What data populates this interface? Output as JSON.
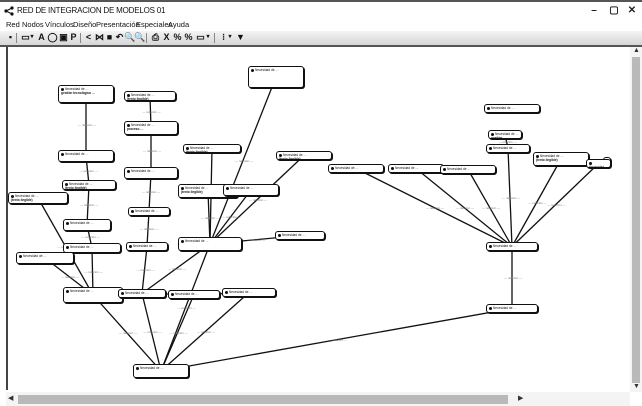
{
  "window": {
    "title": "RED DE INTEGRACION DE MODELOS 01",
    "controls": {
      "minimize": "–",
      "maximize": "▢",
      "close": "✕"
    }
  },
  "menubar": [
    "Red",
    "Nodos",
    "Vínculos",
    "Diseño",
    "Presentación",
    "Especiales",
    "Ayuda"
  ],
  "toolbar": [
    {
      "icon": "save-icon",
      "glyph": "▪"
    },
    {
      "icon": "folder-icon",
      "glyph": "▭"
    },
    {
      "icon": "dropdown-icon",
      "glyph": "▾"
    },
    {
      "icon": "text-icon",
      "glyph": "A"
    },
    {
      "icon": "circle-icon",
      "glyph": "◯"
    },
    {
      "icon": "image-icon",
      "glyph": "▣"
    },
    {
      "icon": "comment-icon",
      "glyph": "P"
    },
    {
      "icon": "network-icon",
      "glyph": "<"
    },
    {
      "icon": "align-icon",
      "glyph": "⋈"
    },
    {
      "icon": "grid-icon",
      "glyph": "■"
    },
    {
      "icon": "undo-icon",
      "glyph": "↶"
    },
    {
      "icon": "zoom-in-icon",
      "glyph": "🔍"
    },
    {
      "icon": "zoom-out-icon",
      "glyph": "🔍"
    },
    {
      "icon": "print-icon",
      "glyph": "⎙"
    },
    {
      "icon": "delete-icon",
      "glyph": "X"
    },
    {
      "icon": "link-icon",
      "glyph": "%"
    },
    {
      "icon": "unlink-icon",
      "glyph": "%"
    },
    {
      "icon": "display-icon",
      "glyph": "▭"
    },
    {
      "icon": "dropdown-icon",
      "glyph": "▾"
    },
    {
      "icon": "list-icon",
      "glyph": "⁝"
    },
    {
      "icon": "dropdown-icon",
      "glyph": "▾"
    },
    {
      "icon": "filter-icon",
      "glyph": "▼"
    }
  ],
  "edge_label": "— relación —",
  "nodes": [
    {
      "id": "n1",
      "l1": "Necesidad de …",
      "l2": "gestión tecnológica …"
    },
    {
      "id": "n2",
      "l1": "Necesidad de …",
      "l2": ""
    },
    {
      "id": "n3",
      "l1": "Necesidad de …",
      "l2": "(texto ilegible)"
    },
    {
      "id": "n4",
      "l1": "Necesidad de …",
      "l2": "proceso …"
    },
    {
      "id": "n5",
      "l1": "Necesidad de …",
      "l2": ""
    },
    {
      "id": "n6",
      "l1": "Necesidad de …",
      "l2": "(texto ilegible)"
    },
    {
      "id": "n7",
      "l1": "Necesidad de …",
      "l2": ""
    },
    {
      "id": "n8",
      "l1": "Necesidad de …",
      "l2": "(texto ilegible)"
    },
    {
      "id": "n9",
      "l1": "Necesidad de …",
      "l2": ""
    },
    {
      "id": "n10",
      "l1": "Necesidad de …",
      "l2": ""
    },
    {
      "id": "n11",
      "l1": "Necesidad de …",
      "l2": ""
    },
    {
      "id": "n12",
      "l1": "Necesidad de …",
      "l2": "(texto ilegible)"
    },
    {
      "id": "n13",
      "l1": "Necesidad de …",
      "l2": ""
    },
    {
      "id": "n14",
      "l1": "Necesidad de …",
      "l2": "(texto ilegible)"
    },
    {
      "id": "n15",
      "l1": "Necesidad de …",
      "l2": ""
    },
    {
      "id": "n16",
      "l1": "Necesidad de …",
      "l2": "(texto ilegible)"
    },
    {
      "id": "n17",
      "l1": "Necesidad de …",
      "l2": ""
    },
    {
      "id": "n18",
      "l1": "Necesidad de …",
      "l2": ""
    },
    {
      "id": "n19",
      "l1": "Necesidad de …",
      "l2": ""
    },
    {
      "id": "n20",
      "l1": "Necesidad de …",
      "l2": "(texto ilegible)"
    },
    {
      "id": "n21",
      "l1": "Necesidad de …",
      "l2": ""
    },
    {
      "id": "n22",
      "l1": "Necesidad de …",
      "l2": ""
    },
    {
      "id": "n23",
      "l1": "Necesidad de …",
      "l2": "(texto ilegible)"
    },
    {
      "id": "n24",
      "l1": "Necesidad de …",
      "l2": ""
    },
    {
      "id": "n25",
      "l1": "Necesidad de …",
      "l2": ""
    },
    {
      "id": "n26",
      "l1": "Necesidad de …",
      "l2": ""
    },
    {
      "id": "n27",
      "l1": "Necesidad de …",
      "l2": ""
    },
    {
      "id": "n28",
      "l1": "Necesidad de …",
      "l2": ""
    },
    {
      "id": "n29",
      "l1": "Necesidad de …",
      "l2": ""
    },
    {
      "id": "n30",
      "l1": "Necesidad de …",
      "l2": ""
    },
    {
      "id": "n31",
      "l1": "Necesidad de …",
      "l2": ""
    },
    {
      "id": "n32",
      "l1": "Necesidad de …",
      "l2": ""
    },
    {
      "id": "n33",
      "l1": "Necesidad de …",
      "l2": "(texto ilegible)"
    },
    {
      "id": "n34",
      "l1": "Necesidad de …",
      "l2": ""
    },
    {
      "id": "n35",
      "l1": "Necesidad de …",
      "l2": ""
    }
  ],
  "edges": [
    [
      "n1",
      "n2"
    ],
    [
      "n2",
      "n6"
    ],
    [
      "n3",
      "n4"
    ],
    [
      "n4",
      "n5"
    ],
    [
      "n5",
      "n7"
    ],
    [
      "n6",
      "n9"
    ],
    [
      "n9",
      "n11"
    ],
    [
      "n7",
      "n10"
    ],
    [
      "n10",
      "n12"
    ],
    [
      "n12",
      "n25"
    ],
    [
      "n11",
      "n22"
    ],
    [
      "n13",
      "n21"
    ],
    [
      "n8",
      "n14"
    ],
    [
      "n14",
      "n21"
    ],
    [
      "n15",
      "n21"
    ],
    [
      "n16",
      "n21"
    ],
    [
      "n17",
      "n21"
    ],
    [
      "n21",
      "n18"
    ],
    [
      "n21",
      "n26"
    ],
    [
      "n22",
      "n24"
    ],
    [
      "n23",
      "n24"
    ],
    [
      "n24",
      "n25"
    ],
    [
      "n25",
      "n27"
    ],
    [
      "n27",
      "n28"
    ],
    [
      "n24",
      "n29"
    ],
    [
      "n25",
      "n29"
    ],
    [
      "n27",
      "n29"
    ],
    [
      "n28",
      "n29"
    ],
    [
      "n26",
      "n29"
    ],
    [
      "n29",
      "n35"
    ],
    [
      "n35",
      "n34"
    ],
    [
      "n30",
      "n34"
    ],
    [
      "n31",
      "n34"
    ],
    [
      "n32",
      "n34"
    ],
    [
      "n33",
      "n34"
    ],
    [
      "n19",
      "n34"
    ],
    [
      "n20",
      "n34"
    ],
    [
      "n19",
      "n36"
    ]
  ]
}
